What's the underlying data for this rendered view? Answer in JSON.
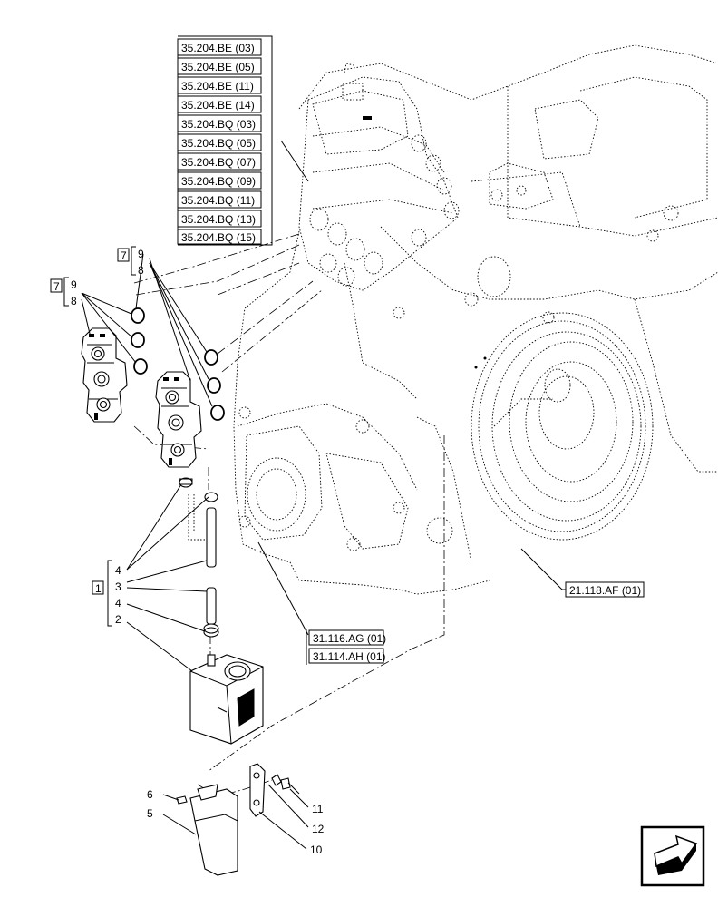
{
  "references": {
    "valve_refs": [
      "35.204.BE (03)",
      "35.204.BE (05)",
      "35.204.BE (11)",
      "35.204.BE (14)",
      "35.204.BQ (03)",
      "35.204.BQ (05)",
      "35.204.BQ (07)",
      "35.204.BQ (09)",
      "35.204.BQ (11)",
      "35.204.BQ (13)",
      "35.204.BQ (15)"
    ],
    "housing_refs": [
      "31.116.AG (01)",
      "31.114.AH (01)"
    ],
    "flywheel_ref": "21.118.AF (01)"
  },
  "callouts": {
    "group_right": {
      "box": "7",
      "top": "9",
      "bottom": "8"
    },
    "group_left": {
      "box": "7",
      "top": "9",
      "bottom": "8"
    },
    "kit": {
      "box": "1",
      "items": [
        "4",
        "3",
        "4",
        "2"
      ]
    },
    "bottom": {
      "n6": "6",
      "n5": "5",
      "n11": "11",
      "n12": "12",
      "n10": "10"
    }
  },
  "icons": {
    "nav": "next-page-arrow-icon"
  }
}
